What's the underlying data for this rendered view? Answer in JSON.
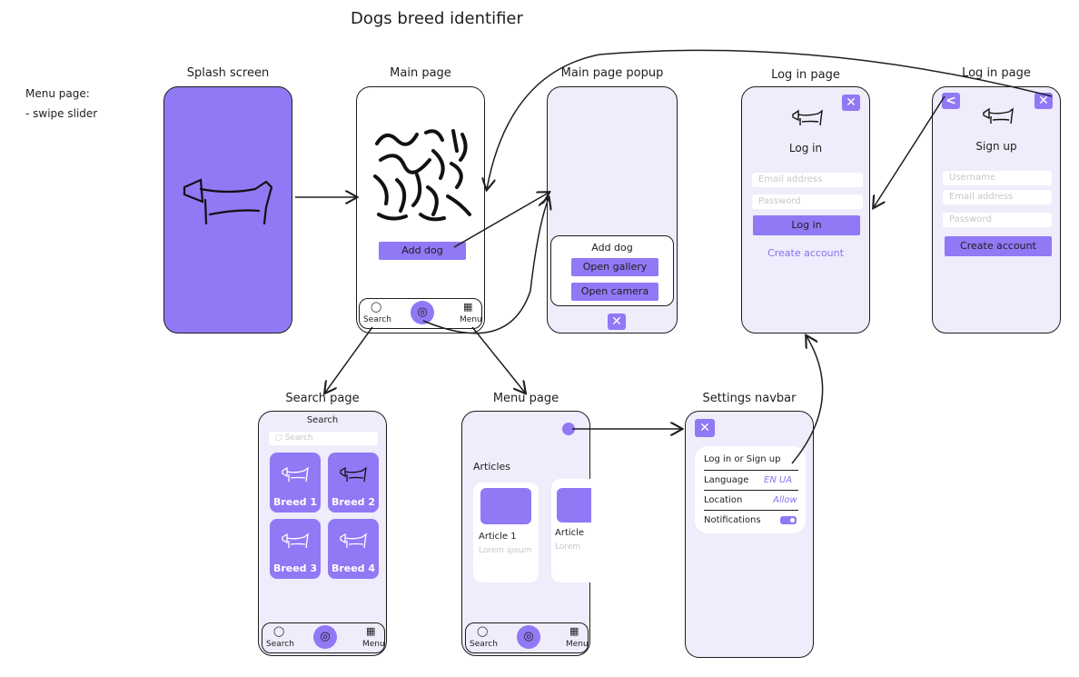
{
  "title": "Dogs breed identifier",
  "notes": [
    "Menu page:",
    "- swipe slider"
  ],
  "labels": {
    "splash": "Splash screen",
    "main": "Main page",
    "popup": "Main page popup",
    "login1": "Log in page",
    "login2": "Log in page",
    "search": "Search page",
    "menu": "Menu page",
    "settings": "Settings navbar"
  },
  "main_page": {
    "add_dog": "Add dog",
    "nav": {
      "search": "Search",
      "menu": "Menu"
    }
  },
  "popup_page": {
    "heading": "Add dog",
    "gallery": "Open gallery",
    "camera": "Open camera"
  },
  "login_page": {
    "heading": "Log in",
    "email": "Email address",
    "password": "Password",
    "button": "Log in",
    "create": "Create account"
  },
  "signup_page": {
    "heading": "Sign up",
    "username": "Username",
    "email": "Email address",
    "password": "Password",
    "button": "Create account"
  },
  "search_page": {
    "heading": "Search",
    "placeholder": "Search",
    "breeds": [
      "Breed 1",
      "Breed 2",
      "Breed 3",
      "Breed 4"
    ],
    "nav": {
      "search": "Search",
      "menu": "Menu"
    }
  },
  "menu_page": {
    "articles": "Articles",
    "article1": "Article 1",
    "article1_sub": "Lorem ipsum",
    "article2": "Article",
    "article2_sub": "Lorem",
    "nav": {
      "search": "Search",
      "menu": "Menu"
    }
  },
  "settings_page": {
    "login": "Log in or Sign up",
    "language": "Language",
    "language_value": "EN UA",
    "location": "Location",
    "location_value": "Allow",
    "notifications": "Notifications"
  },
  "colors": {
    "accent": "#9178f5",
    "phone_bg": "#efecfb",
    "stroke": "#1e1e1e"
  }
}
